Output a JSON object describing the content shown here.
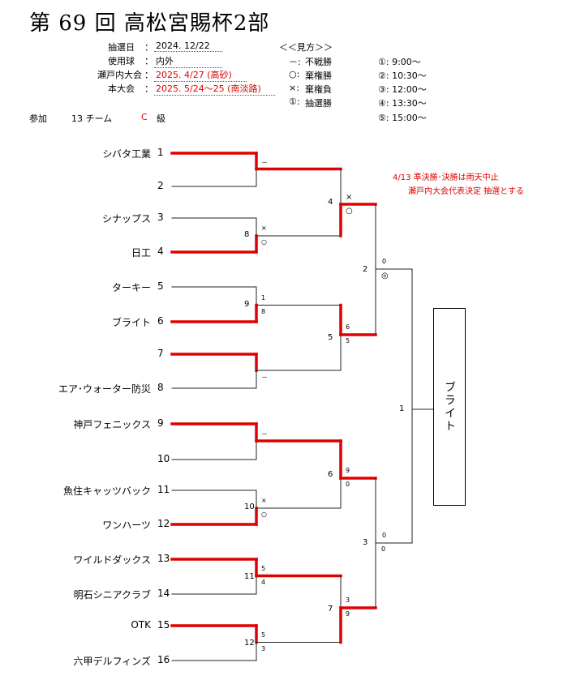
{
  "title": "第 69 回 高松宮賜杯2部",
  "info": [
    {
      "label": "抽選日",
      "value": "2024. 12/22",
      "red": false
    },
    {
      "label": "使用球",
      "value": "内外",
      "red": false
    },
    {
      "label": "瀬戸内大会",
      "value": "2025. 4/27 (高砂)",
      "red": true
    },
    {
      "label": "本大会",
      "value": "2025. 5/24～25 (南淡路)",
      "red": true
    }
  ],
  "legend_title": "＜＜見方＞＞",
  "legend_items": [
    {
      "sym": "－:",
      "text": "不戦勝"
    },
    {
      "sym": "○:",
      "text": "棄権勝"
    },
    {
      "sym": "×:",
      "text": "棄権負"
    },
    {
      "sym": "①:",
      "text": "抽選勝"
    }
  ],
  "times": [
    "①:  9:00～",
    "②:  10:30～",
    "③:  12:00～",
    "④:  13:30～",
    "⑤:  15:00～"
  ],
  "participation": {
    "label": "参加",
    "count": "13 チーム",
    "class_letter": "C",
    "class_suffix": "級"
  },
  "note": [
    "4/13 準決勝･決勝は雨天中止",
    "瀬戸内大会代表決定  抽選とする"
  ],
  "teams": [
    {
      "name": "シバタ工業",
      "seed": "1"
    },
    {
      "name": "",
      "seed": "2"
    },
    {
      "name": "シナップス",
      "seed": "3"
    },
    {
      "name": "日工",
      "seed": "4"
    },
    {
      "name": "ターキー",
      "seed": "5"
    },
    {
      "name": "ブライト",
      "seed": "6"
    },
    {
      "name": "",
      "seed": "7"
    },
    {
      "name": "エア･ウォーター防災",
      "seed": "8"
    },
    {
      "name": "神戸フェニックス",
      "seed": "9"
    },
    {
      "name": "",
      "seed": "10"
    },
    {
      "name": "魚住キャッツバック",
      "seed": "11"
    },
    {
      "name": "ワンハーツ",
      "seed": "12"
    },
    {
      "name": "ワイルドダックス",
      "seed": "13"
    },
    {
      "name": "明石シニアクラブ",
      "seed": "14"
    },
    {
      "name": "OTK",
      "seed": "15"
    },
    {
      "name": "六甲デルフィンズ",
      "seed": "16"
    }
  ],
  "r1_games": [
    {
      "no": "",
      "top": "－",
      "bot": ""
    },
    {
      "no": "8",
      "top": "×",
      "bot": "○"
    },
    {
      "no": "9",
      "top": "1",
      "bot": "8"
    },
    {
      "no": "",
      "top": "",
      "bot": "－"
    },
    {
      "no": "",
      "top": "－",
      "bot": ""
    },
    {
      "no": "10",
      "top": "×",
      "bot": "○"
    },
    {
      "no": "11",
      "top": "5",
      "bot": "4"
    },
    {
      "no": "12",
      "top": "5",
      "bot": "3"
    }
  ],
  "r2_games": [
    {
      "no": "4",
      "top": "×",
      "bot": "○"
    },
    {
      "no": "5",
      "top": "6",
      "bot": "5"
    },
    {
      "no": "6",
      "top": "9",
      "bot": "0"
    },
    {
      "no": "7",
      "top": "3",
      "bot": "9"
    }
  ],
  "r3_games": [
    {
      "no": "2",
      "top": "0",
      "bot": "◎"
    },
    {
      "no": "3",
      "top": "0",
      "bot": "0"
    }
  ],
  "final_game": {
    "no": "1"
  },
  "champion": "ブライト"
}
